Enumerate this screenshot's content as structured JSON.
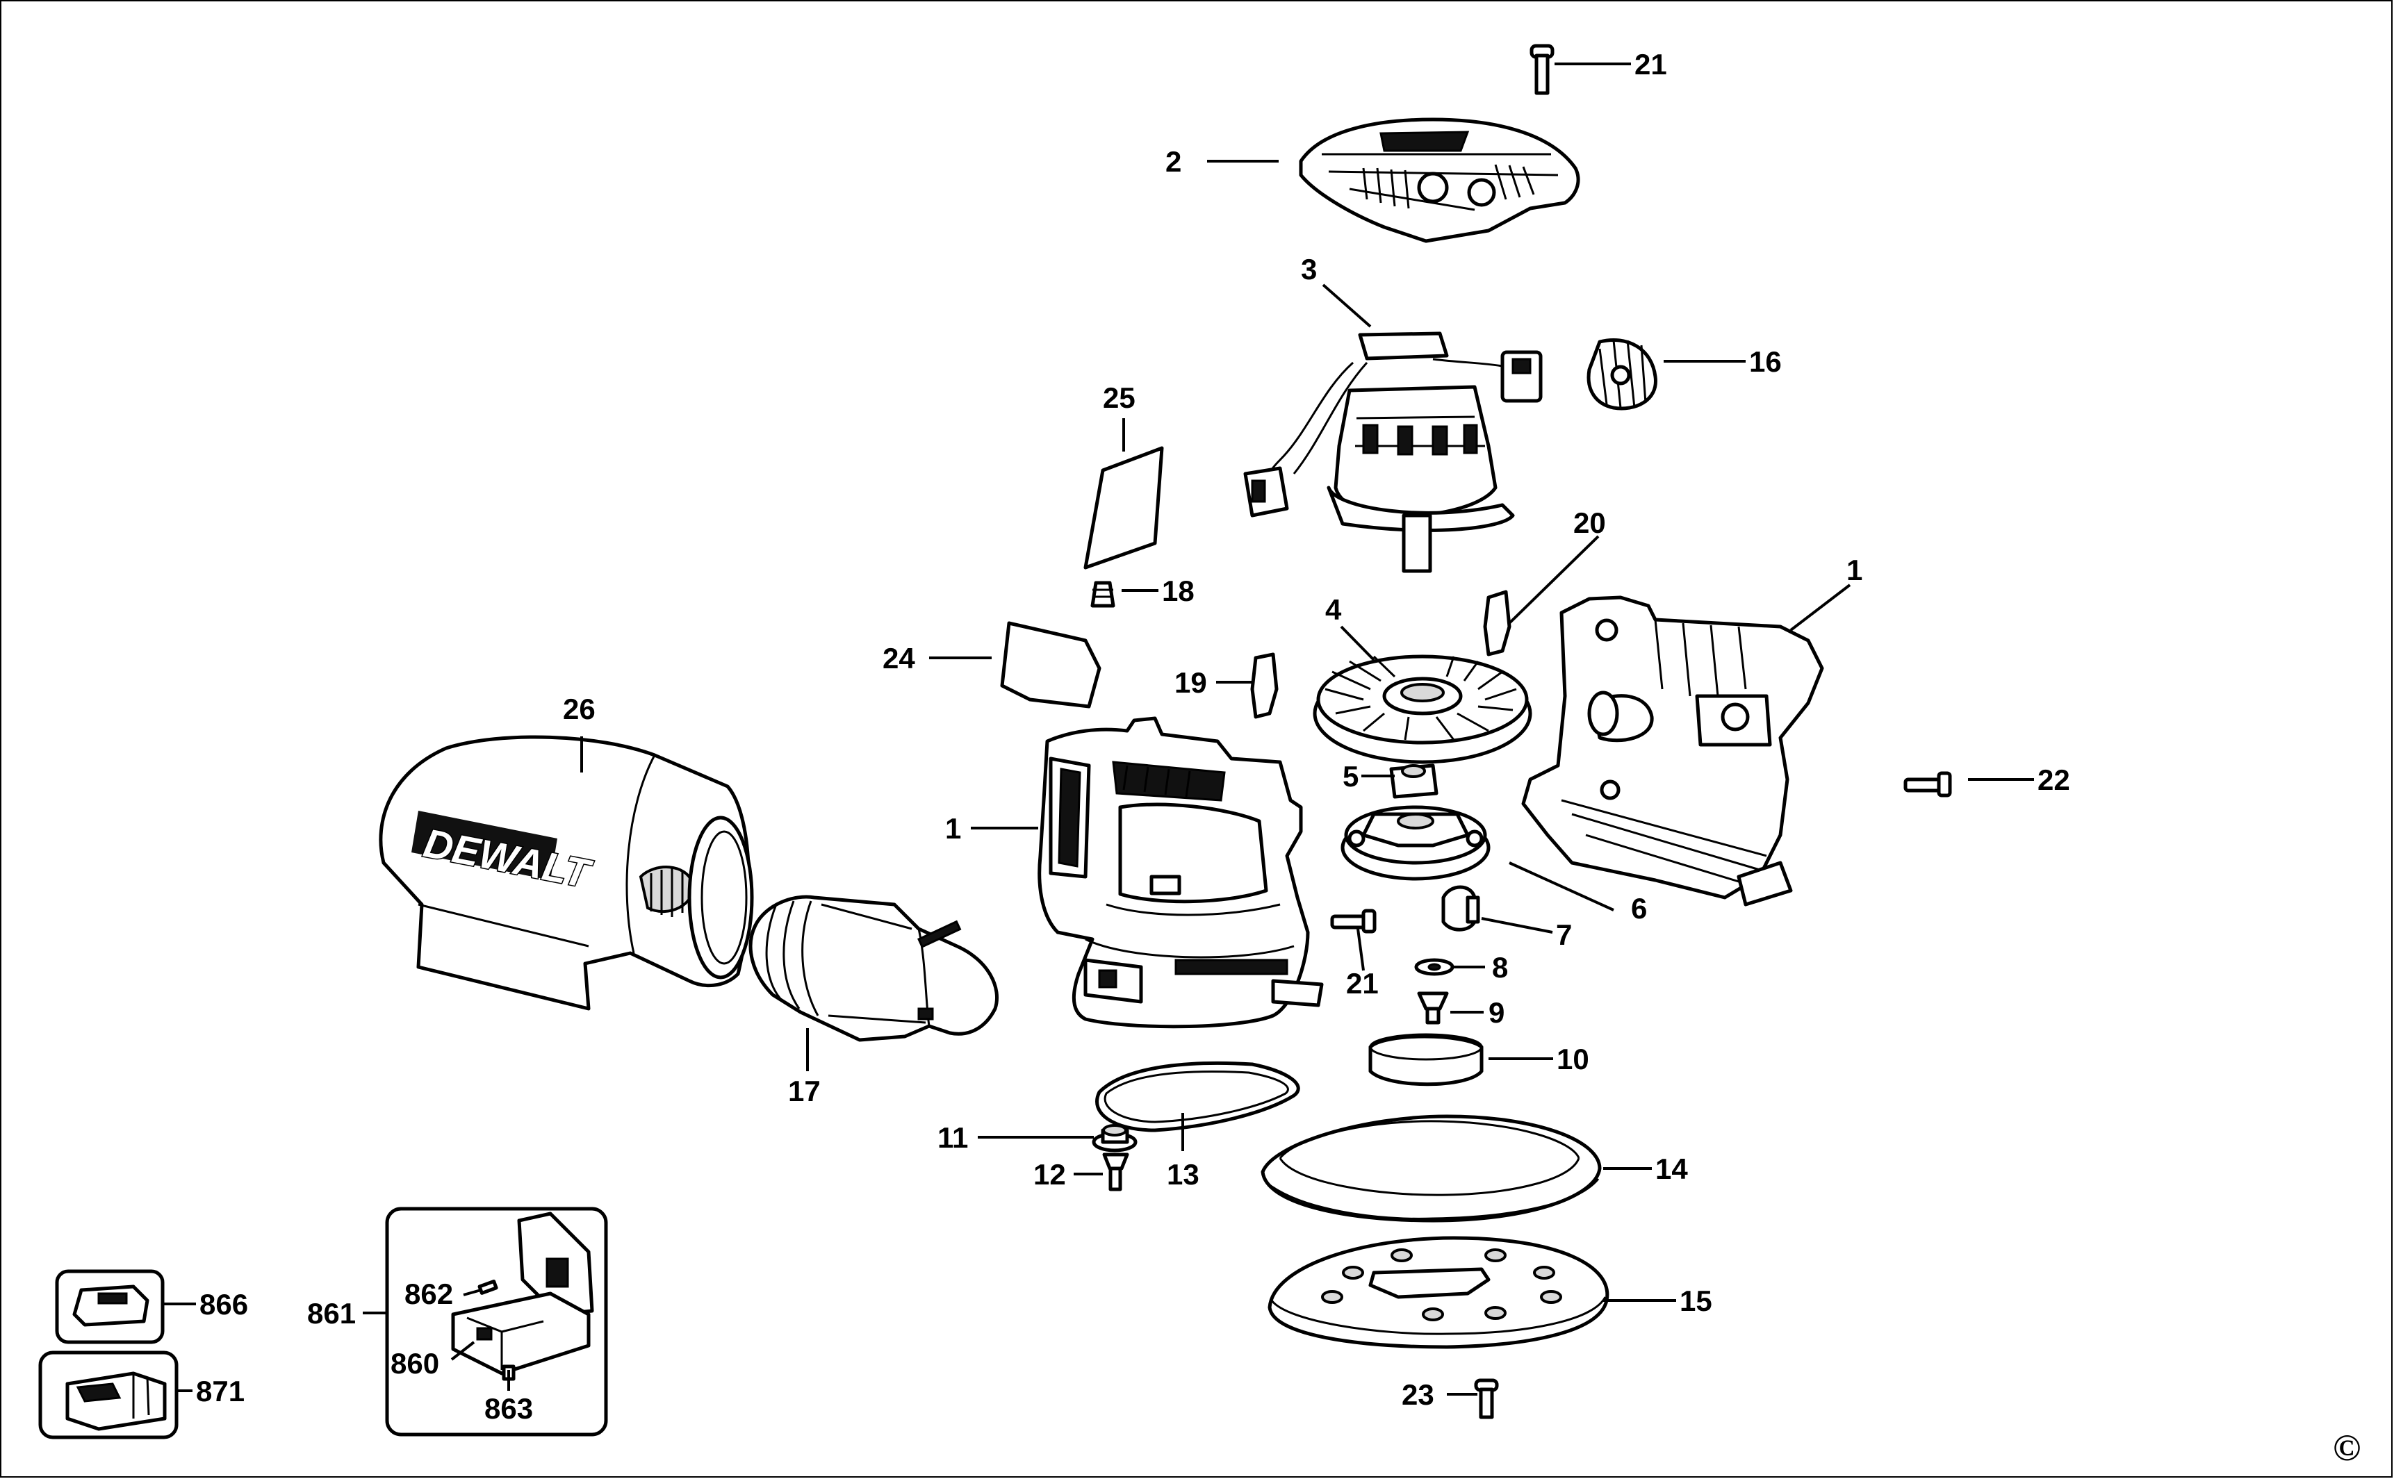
{
  "diagram": {
    "labels": [
      "21",
      "2",
      "3",
      "16",
      "25",
      "18",
      "20",
      "1",
      "24",
      "4",
      "19",
      "26",
      "1",
      "5",
      "22",
      "6",
      "7",
      "21",
      "8",
      "9",
      "10",
      "17",
      "11",
      "13",
      "12",
      "14",
      "15",
      "866",
      "862",
      "861",
      "860",
      "871",
      "863",
      "23"
    ],
    "brand": "DEWALT",
    "copyright": "©"
  }
}
